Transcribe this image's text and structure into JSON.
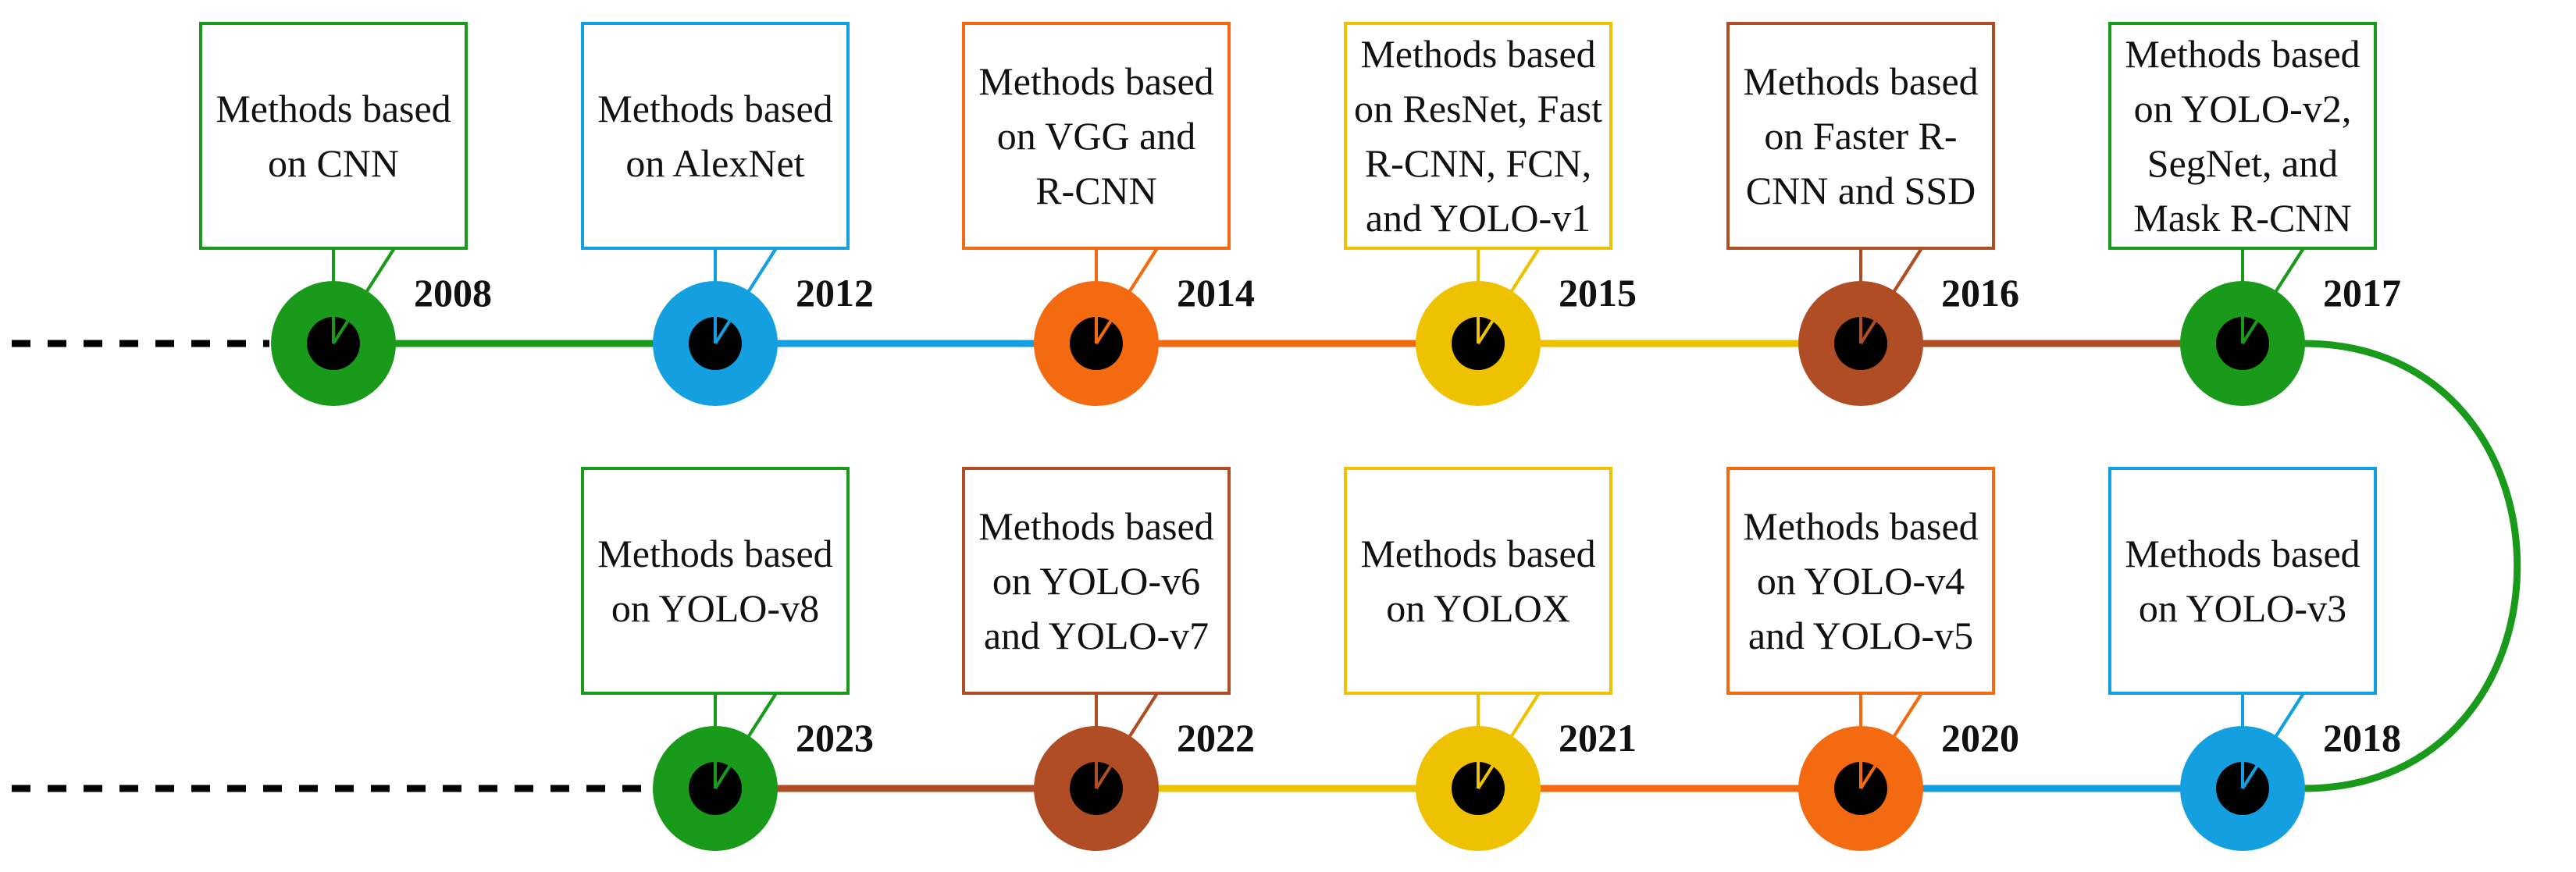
{
  "colors": {
    "green": "#1a9a1a",
    "blue": "#14a0e0",
    "orange": "#f36a10",
    "yellow": "#eec200",
    "brown": "#b04d24",
    "black": "#000000"
  },
  "milestones": [
    {
      "year": "2008",
      "color": "green",
      "lines": [
        "Methods based",
        "on CNN"
      ]
    },
    {
      "year": "2012",
      "color": "blue",
      "lines": [
        "Methods based",
        "on AlexNet"
      ]
    },
    {
      "year": "2014",
      "color": "orange",
      "lines": [
        "Methods based",
        "on VGG and",
        "R-CNN"
      ]
    },
    {
      "year": "2015",
      "color": "yellow",
      "lines": [
        "Methods based",
        "on ResNet, Fast",
        "R-CNN, FCN,",
        "and YOLO-v1"
      ]
    },
    {
      "year": "2016",
      "color": "brown",
      "lines": [
        "Methods based",
        "on Faster R-",
        "CNN and SSD"
      ]
    },
    {
      "year": "2017",
      "color": "green",
      "lines": [
        "Methods based",
        "on YOLO-v2,",
        "SegNet, and",
        "Mask R-CNN"
      ]
    },
    {
      "year": "2018",
      "color": "blue",
      "lines": [
        "Methods based",
        "on YOLO-v3"
      ]
    },
    {
      "year": "2020",
      "color": "orange",
      "lines": [
        "Methods based",
        "on YOLO-v4",
        "and YOLO-v5"
      ]
    },
    {
      "year": "2021",
      "color": "yellow",
      "lines": [
        "Methods based",
        "on YOLOX"
      ]
    },
    {
      "year": "2022",
      "color": "brown",
      "lines": [
        "Methods based",
        "on YOLO-v6",
        "and YOLO-v7"
      ]
    },
    {
      "year": "2023",
      "color": "green",
      "lines": [
        "Methods based",
        "on YOLO-v8"
      ]
    }
  ]
}
